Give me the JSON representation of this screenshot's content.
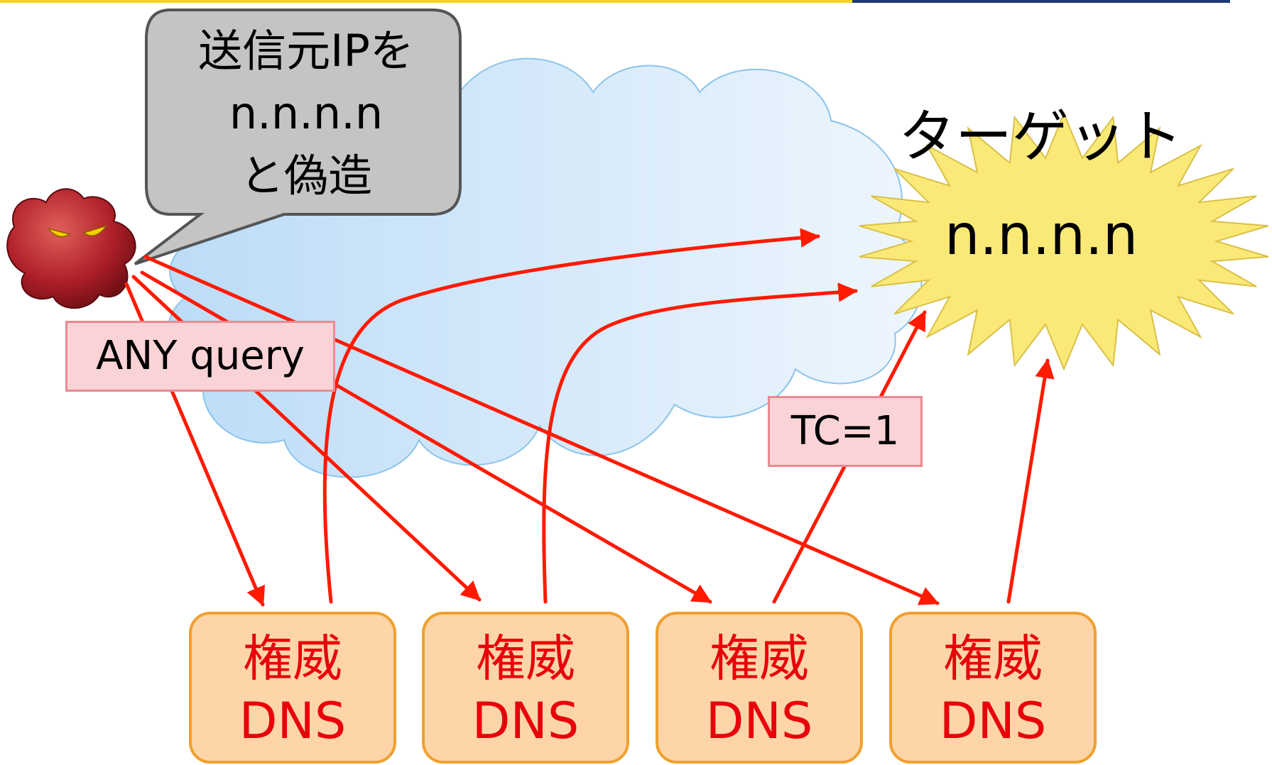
{
  "speech_bubble": {
    "line1": "送信元IPを",
    "line2": "n.n.n.n",
    "line3": "と偽造"
  },
  "target": {
    "title": "ターゲット",
    "ip": "n.n.n.n"
  },
  "labels": {
    "query": "ANY query",
    "truncated": "TC=1"
  },
  "dns_servers": [
    {
      "line1": "権威",
      "line2": "DNS"
    },
    {
      "line1": "権威",
      "line2": "DNS"
    },
    {
      "line1": "権威",
      "line2": "DNS"
    },
    {
      "line1": "権威",
      "line2": "DNS"
    }
  ],
  "colors": {
    "arrow": "#ff1a00",
    "dns_fill": "#fdd5a8",
    "dns_border": "#f0a030",
    "dns_text": "#e8000a",
    "label_fill": "#f9d3d5",
    "label_border": "#e98a93",
    "cloud_fill": "#cfe6fb",
    "cloud_border": "#8cc4ea",
    "burst_fill": "#fbe977",
    "burst_border": "#d9c046",
    "bubble_fill": "#c4c4c4",
    "bubble_border": "#555555"
  },
  "icons": {
    "attacker": "attacker-monster-icon",
    "target": "explosion-burst-icon",
    "network": "cloud-icon"
  }
}
